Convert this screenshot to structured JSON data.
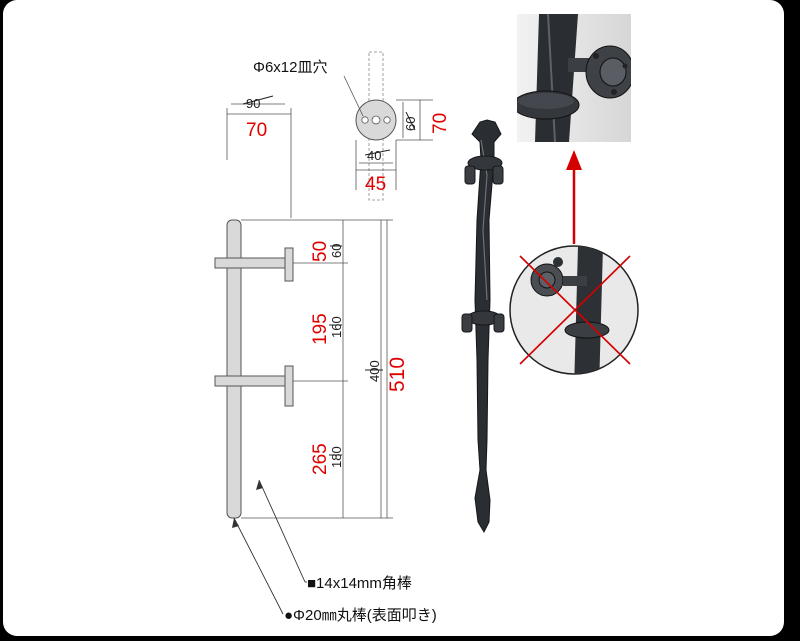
{
  "hole_label": "Φ6x12皿穴",
  "plate_dims": {
    "width_old": "40",
    "width_new": "45",
    "height_old": "60",
    "height_new": "70"
  },
  "offset_dims": {
    "old": "90",
    "new": "70"
  },
  "vertical_dims": {
    "top_old": "60",
    "top_new": "50",
    "middle_old": "160",
    "middle_new": "195",
    "bottom_old": "180",
    "bottom_new": "265",
    "total_old": "400",
    "total_new": "510"
  },
  "legend": {
    "square_bar": "■14x14mm角棒",
    "round_bar": "●Φ20㎜丸棒(表面叩き)"
  },
  "colors": {
    "dimension_red": "#e00000",
    "arrow_red": "#d40000",
    "iron": "#2a2d31"
  }
}
